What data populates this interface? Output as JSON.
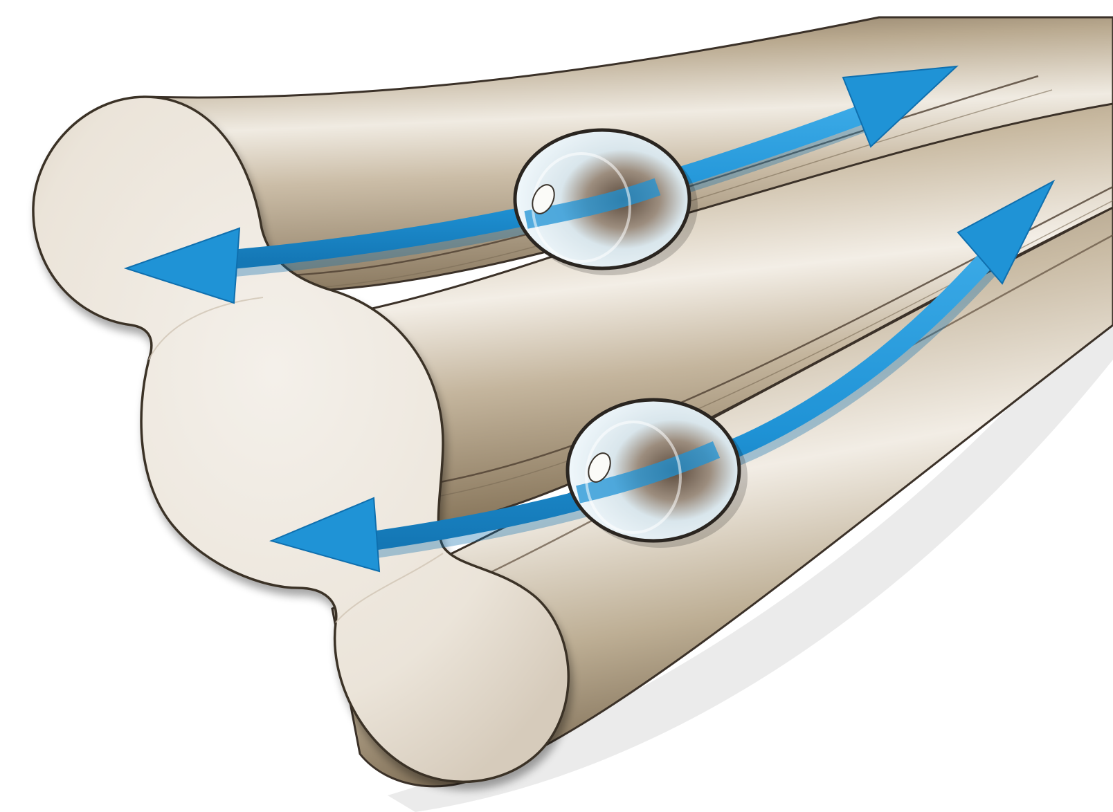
{
  "illustration": {
    "subject": "three-strand-tube-with-bidirectional-transport",
    "strand_count": 3,
    "vesicle_count": 2,
    "arrow_count": 2,
    "colors": {
      "background": "#ffffff",
      "strand_fill": "#c9bba5",
      "strand_dark": "#8f7f67",
      "strand_light": "#f1ece4",
      "cut_face": "#efe9e0",
      "outline": "#3b3128",
      "arrow": "#1f93d6",
      "arrow_dark": "#0f6fae",
      "vesicle_rim": "#2a2520",
      "vesicle_glass": "#e6f2f7"
    },
    "icons": [
      "double-headed-arrow-icon",
      "vesicle-icon"
    ]
  }
}
